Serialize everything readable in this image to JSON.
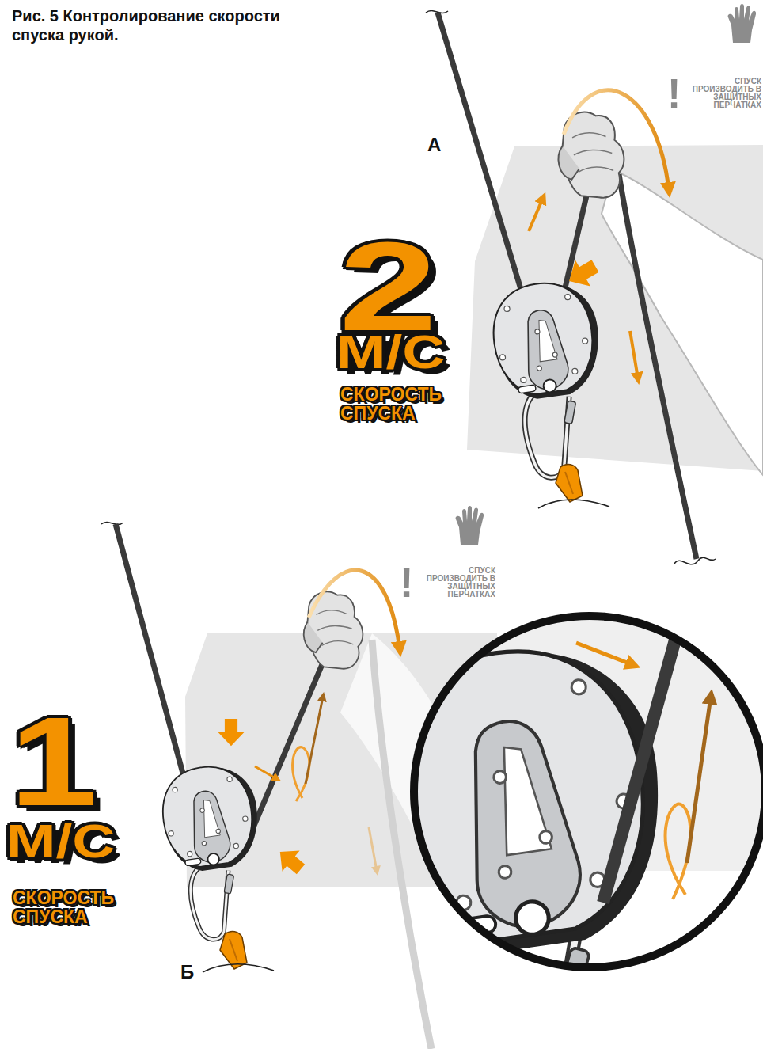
{
  "diagram": {
    "title": "Рис. 5 Контролирование скорости спуска рукой.",
    "labels": [
      "!",
      "СПУСК ПРОИЗВОДИТЬ В ЗАЩИТНЫХ ПЕРЧАТКАХ",
      "А",
      "2",
      "М/С",
      "СКОРОСТЬ СПУСКА",
      "!",
      "СПУСК ПРОИЗВОДИТЬ В ЗАЩИТНЫХ ПЕРЧАТКАХ",
      "1",
      "М/С",
      "СКОРОСТЬ СПУСКА",
      "Б"
    ]
  }
}
